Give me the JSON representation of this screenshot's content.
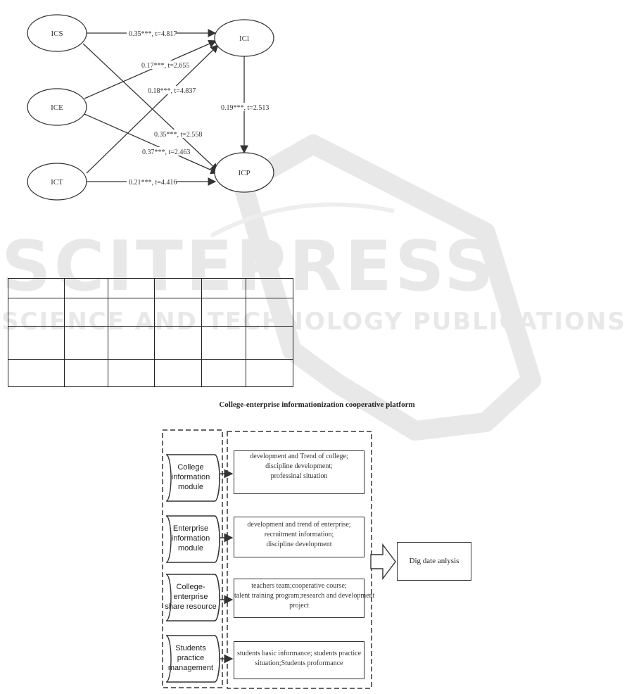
{
  "watermark": {
    "brand": "SCITEPRESS",
    "tagline": "SCIENCE AND TECHNOLOGY PUBLICATIONS"
  },
  "path_model": {
    "nodes": {
      "ics": "ICS",
      "ice": "ICE",
      "ict": "ICT",
      "ici": "ICl",
      "icp": "ICP"
    },
    "paths": {
      "ics_ici": "0.35***, t=4.817",
      "ice_ici": "0.17***, t=2.655",
      "ict_ici": "0.18***, t=4.837",
      "ici_icp": "0.19***, t=2.513",
      "ics_icp": "0.35***, t=2.558",
      "ice_icp": "0.37***, t=2.463",
      "ict_icp": "0.21***, t=4.416"
    }
  },
  "platform": {
    "title": "College-enterprise informationization cooperative platform",
    "modules": [
      {
        "label": [
          "College",
          "information",
          "module"
        ],
        "details": [
          "development and Trend of college;",
          "discipline development;",
          "professinal situation"
        ]
      },
      {
        "label": [
          "Enterprise",
          "information",
          "module"
        ],
        "details": [
          "development and trend of enterprise;",
          "recruitment information;",
          "discipline development"
        ]
      },
      {
        "label": [
          "College-",
          "enterprise",
          "share resource"
        ],
        "details": [
          "teachers team;cooperative course;",
          "talent training program;research and development",
          "project"
        ]
      },
      {
        "label": [
          "Students",
          "practice",
          "management"
        ],
        "details": [
          "students basic informance; students practice",
          "situation;Students proformance"
        ]
      }
    ],
    "output": "Dig date anlysis"
  }
}
